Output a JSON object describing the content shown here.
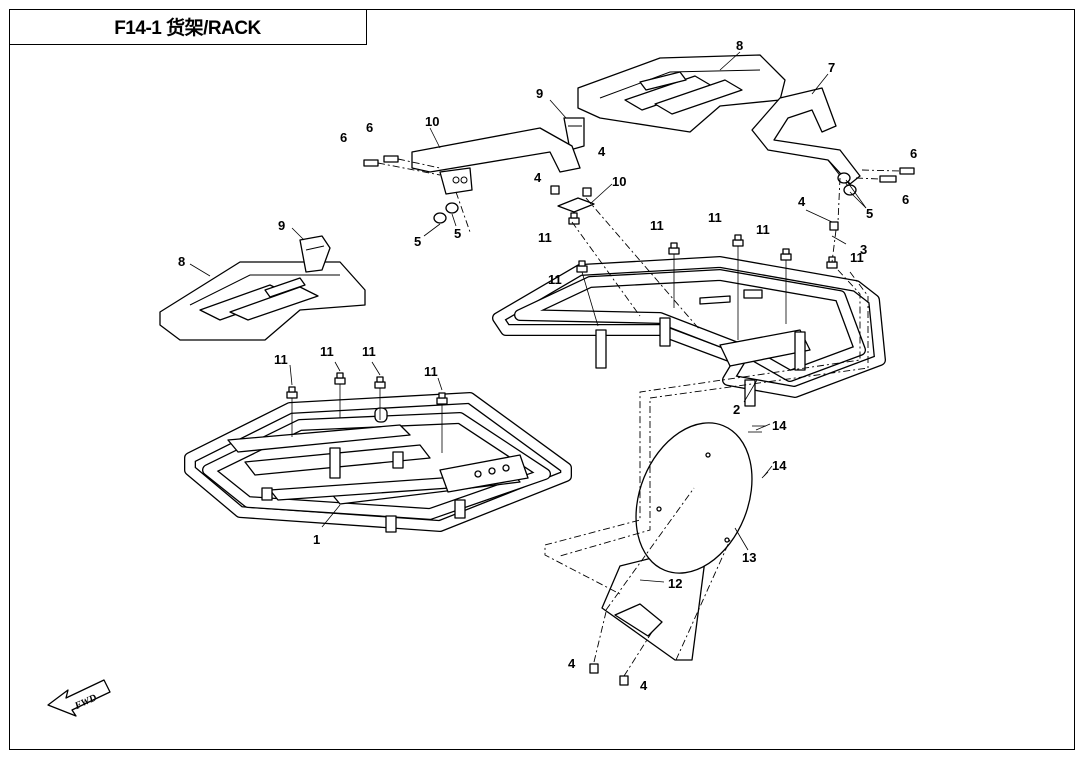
{
  "title": "F14-1 货架/RACK",
  "fwd_label": "FWD",
  "callouts": {
    "c1": "1",
    "c2": "2",
    "c3": "3",
    "c4a": "4",
    "c4b": "4",
    "c4c": "4",
    "c4d": "4",
    "c4e": "4",
    "c5a": "5",
    "c5b": "5",
    "c5c": "5",
    "c6a": "6",
    "c6b": "6",
    "c6c": "6",
    "c6d": "6",
    "c7": "7",
    "c8a": "8",
    "c8b": "8",
    "c9a": "9",
    "c9b": "9",
    "c10a": "10",
    "c10b": "10",
    "c11a": "11",
    "c11b": "11",
    "c11c": "11",
    "c11d": "11",
    "c11e": "11",
    "c11f": "11",
    "c11g": "11",
    "c11h": "11",
    "c11i": "11",
    "c11j": "11",
    "c12": "12",
    "c13": "13",
    "c14a": "14",
    "c14b": "14"
  }
}
